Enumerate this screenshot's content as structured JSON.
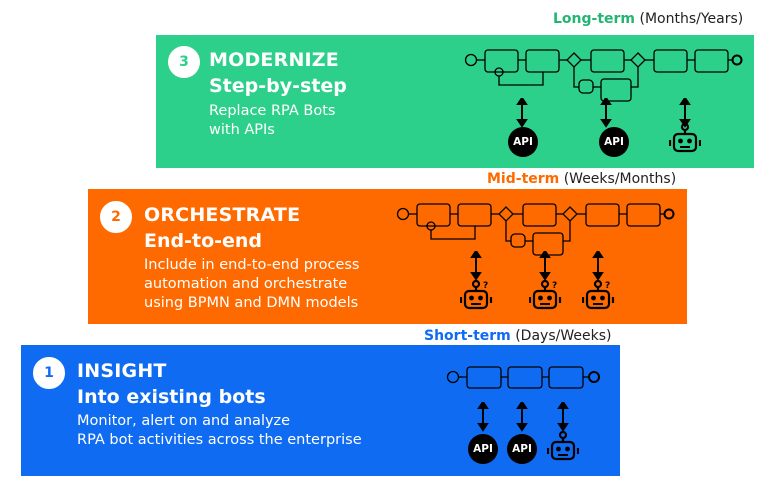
{
  "tiers": [
    {
      "number": "3",
      "term": "Long-term",
      "duration": "(Months/Years)",
      "title": "MODERNIZE",
      "subtitle": "Step-by-step",
      "description": [
        "Replace RPA Bots",
        "with APIs"
      ],
      "endpoints": [
        "API",
        "API",
        "robot"
      ],
      "color": "#2dd08a",
      "term_color": "#24b573"
    },
    {
      "number": "2",
      "term": "Mid-term",
      "duration": "(Weeks/Months)",
      "title": "ORCHESTRATE",
      "subtitle": "End-to-end",
      "description": [
        "Include in end-to-end process",
        "automation and orchestrate",
        "using BPMN and DMN models"
      ],
      "endpoints": [
        "robot-question",
        "robot-question",
        "robot-question"
      ],
      "color": "#ff6a00",
      "term_color": "#ff6a00"
    },
    {
      "number": "1",
      "term": "Short-term",
      "duration": "(Days/Weeks)",
      "title": "INSIGHT",
      "subtitle": "Into existing bots",
      "description": [
        "Monitor, alert on and analyze",
        "RPA bot activities across the enterprise"
      ],
      "endpoints": [
        "API",
        "API",
        "robot"
      ],
      "color": "#0f6cf2",
      "term_color": "#0f6cf2"
    }
  ]
}
